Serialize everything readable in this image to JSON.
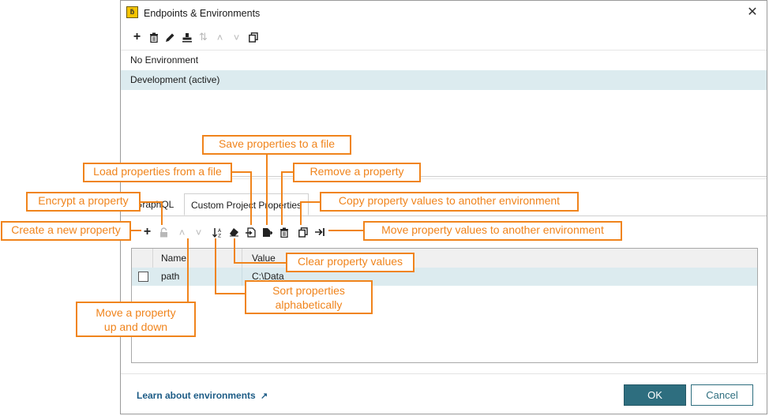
{
  "dialog": {
    "title": "Endpoints & Environments",
    "close_glyph": "✕",
    "app_icon_glyph": "ƃ",
    "toolbar": [
      {
        "icon": "plus-icon",
        "glyph": "+",
        "enabled": true
      },
      {
        "icon": "trash-icon",
        "glyph": "🗑",
        "enabled": true
      },
      {
        "icon": "pencil-icon",
        "glyph": "✎",
        "enabled": true
      },
      {
        "icon": "stamp-icon",
        "glyph": "⊥",
        "enabled": true
      },
      {
        "icon": "sort-icon",
        "glyph": "⇅",
        "enabled": false
      },
      {
        "icon": "chevron-up-icon",
        "glyph": "˄",
        "enabled": false
      },
      {
        "icon": "chevron-down-icon",
        "glyph": "˅",
        "enabled": false
      },
      {
        "icon": "copy-icon",
        "glyph": "⧉",
        "enabled": true
      }
    ],
    "environments": [
      {
        "label": "No Environment",
        "selected": false
      },
      {
        "label": "Development (active)",
        "selected": true
      }
    ],
    "tabs": [
      {
        "label": "GraphQL",
        "active": false
      },
      {
        "label": "Custom Project Properties",
        "active": true
      }
    ],
    "grid": {
      "columns": [
        "Name",
        "Value"
      ],
      "rows": [
        {
          "name": "path",
          "value": "C:\\Data"
        }
      ]
    },
    "footer": {
      "learn_link": "Learn about environments",
      "external_glyph": "↗",
      "ok_label": "OK",
      "cancel_label": "Cancel"
    },
    "colors": {
      "accent": "#2e6e7f",
      "selection": "#dcebef",
      "callout": "#f0841c"
    }
  },
  "callouts": {
    "save_file": "Save properties to a file",
    "load_file": "Load properties from a file",
    "remove": "Remove a property",
    "encrypt": "Encrypt a property",
    "copy_env": "Copy property values to another environment",
    "create": "Create a new property",
    "move_env": "Move property values to another environment",
    "clear": "Clear property values",
    "sort_line1": "Sort properties",
    "sort_line2": "alphabetically",
    "move_line1": "Move a property",
    "move_line2": "up and down"
  }
}
